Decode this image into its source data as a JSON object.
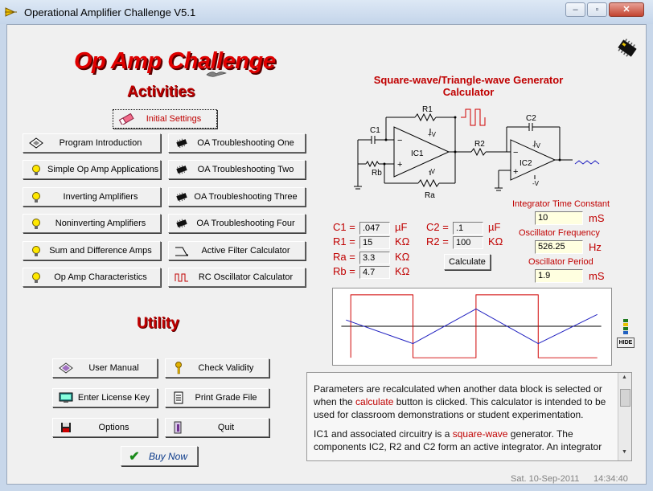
{
  "window": {
    "title": "Operational Amplifier Challenge V5.1",
    "minimize_glyph": "–",
    "restore_glyph": "▫",
    "close_glyph": "✕"
  },
  "logo": {
    "text": "Op Amp Challenge"
  },
  "activities": {
    "heading": "Activities",
    "initial_settings": "Initial Settings",
    "left": [
      {
        "label": "Program Introduction",
        "icon": "diamond-icon"
      },
      {
        "label": "Simple Op Amp Applications",
        "icon": "lightbulb-icon"
      },
      {
        "label": "Inverting Amplifiers",
        "icon": "lightbulb-icon"
      },
      {
        "label": "Noninverting Amplifiers",
        "icon": "lightbulb-icon"
      },
      {
        "label": "Sum and Difference Amps",
        "icon": "lightbulb-icon"
      },
      {
        "label": "Op Amp Characteristics",
        "icon": "lightbulb-icon"
      }
    ],
    "right": [
      {
        "label": "OA Troubleshooting One",
        "icon": "chip-icon"
      },
      {
        "label": "OA Troubleshooting Two",
        "icon": "chip-icon"
      },
      {
        "label": "OA Troubleshooting Three",
        "icon": "chip-icon"
      },
      {
        "label": "OA Troubleshooting Four",
        "icon": "chip-icon"
      },
      {
        "label": "Active Filter Calculator",
        "icon": "filter-icon"
      },
      {
        "label": "RC Oscillator Calculator",
        "icon": "rc-icon"
      }
    ]
  },
  "utility": {
    "heading": "Utility",
    "buttons": [
      {
        "label": "User Manual",
        "icon": "book-icon"
      },
      {
        "label": "Check Validity",
        "icon": "key-icon"
      },
      {
        "label": "Enter License Key",
        "icon": "monitor-icon"
      },
      {
        "label": "Print Grade File",
        "icon": "document-icon"
      },
      {
        "label": "Options",
        "icon": "floppy-icon"
      },
      {
        "label": "Quit",
        "icon": "exit-icon"
      }
    ],
    "buy_now": "Buy Now"
  },
  "calculator": {
    "title_line1": "Square-wave/Triangle-wave Generator",
    "title_line2": "Calculator",
    "schematic": {
      "r1": "R1",
      "c1": "C1",
      "ic1": "IC1",
      "rb": "Rb",
      "ra": "Ra",
      "r2": "R2",
      "c2": "C2",
      "ic2": "IC2",
      "plus_v": "+V",
      "minus_v": "-V",
      "minus": "−",
      "plus": "+"
    },
    "params": {
      "c1": {
        "label": "C1 =",
        "value": ".047",
        "unit": "µF"
      },
      "r1": {
        "label": "R1 =",
        "value": "15",
        "unit": "KΩ"
      },
      "ra": {
        "label": "Ra =",
        "value": "3.3",
        "unit": "KΩ"
      },
      "rb": {
        "label": "Rb =",
        "value": "4.7",
        "unit": "KΩ"
      },
      "c2": {
        "label": "C2 =",
        "value": ".1",
        "unit": "µF"
      },
      "r2": {
        "label": "R2 =",
        "value": "100",
        "unit": "KΩ"
      }
    },
    "calculate_label": "Calculate",
    "results": {
      "integrator": {
        "label": "Integrator Time Constant",
        "value": "10",
        "unit": "mS"
      },
      "frequency": {
        "label": "Oscillator Frequency",
        "value": "526.25",
        "unit": "Hz"
      },
      "period": {
        "label": "Oscillator Period",
        "value": "1.9",
        "unit": "mS"
      }
    },
    "hide_label": "HIDE"
  },
  "description": {
    "p1_pre": "Parameters are recalculated when another data block is selected or when the ",
    "p1_link": "calculate",
    "p1_post": " button is clicked. This calculator is intended to be used for classroom demonstrations or student experimentation.",
    "p2_pre": "IC1 and associated circuitry is a ",
    "p2_link": "square-wave",
    "p2_post": " generator. The components IC2, R2 and C2 form an active integrator. An integrator"
  },
  "status": {
    "date": "Sat.  10-Sep-2011",
    "time": "14:34:40"
  },
  "colors": {
    "accent_red": "#c00000",
    "wave_square": "#d00000",
    "wave_triangle": "#2020c0"
  }
}
